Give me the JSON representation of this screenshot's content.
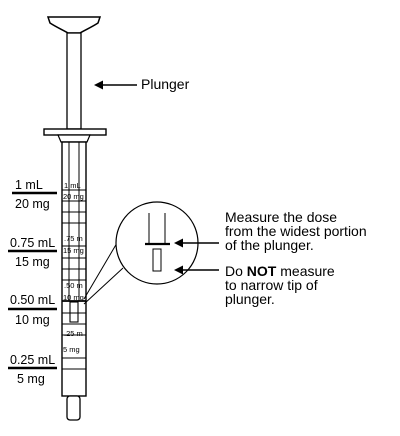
{
  "labels": {
    "plunger": "Plunger",
    "measure_line1": "Measure the dose",
    "measure_line2": "from the widest portion",
    "measure_line3": "of the plunger.",
    "donot_prefix": "Do ",
    "donot_emph": "NOT",
    "donot_suffix": " measure",
    "donot_line2": "to narrow tip of",
    "donot_line3": "plunger."
  },
  "doses": [
    {
      "ml": "1 mL",
      "mg": "20 mg"
    },
    {
      "ml": "0.75 mL",
      "mg": "15 mg"
    },
    {
      "ml": "0.50 mL",
      "mg": "10 mg"
    },
    {
      "ml": "0.25 mL",
      "mg": "5 mg"
    }
  ],
  "barrel_marks": [
    "1 mL",
    "20 mg",
    ".75 m",
    "15 mg",
    ".50 m",
    "10 mg",
    ".25 m",
    "5 mg"
  ],
  "colors": {
    "ink": "#000000",
    "paper": "#ffffff"
  }
}
